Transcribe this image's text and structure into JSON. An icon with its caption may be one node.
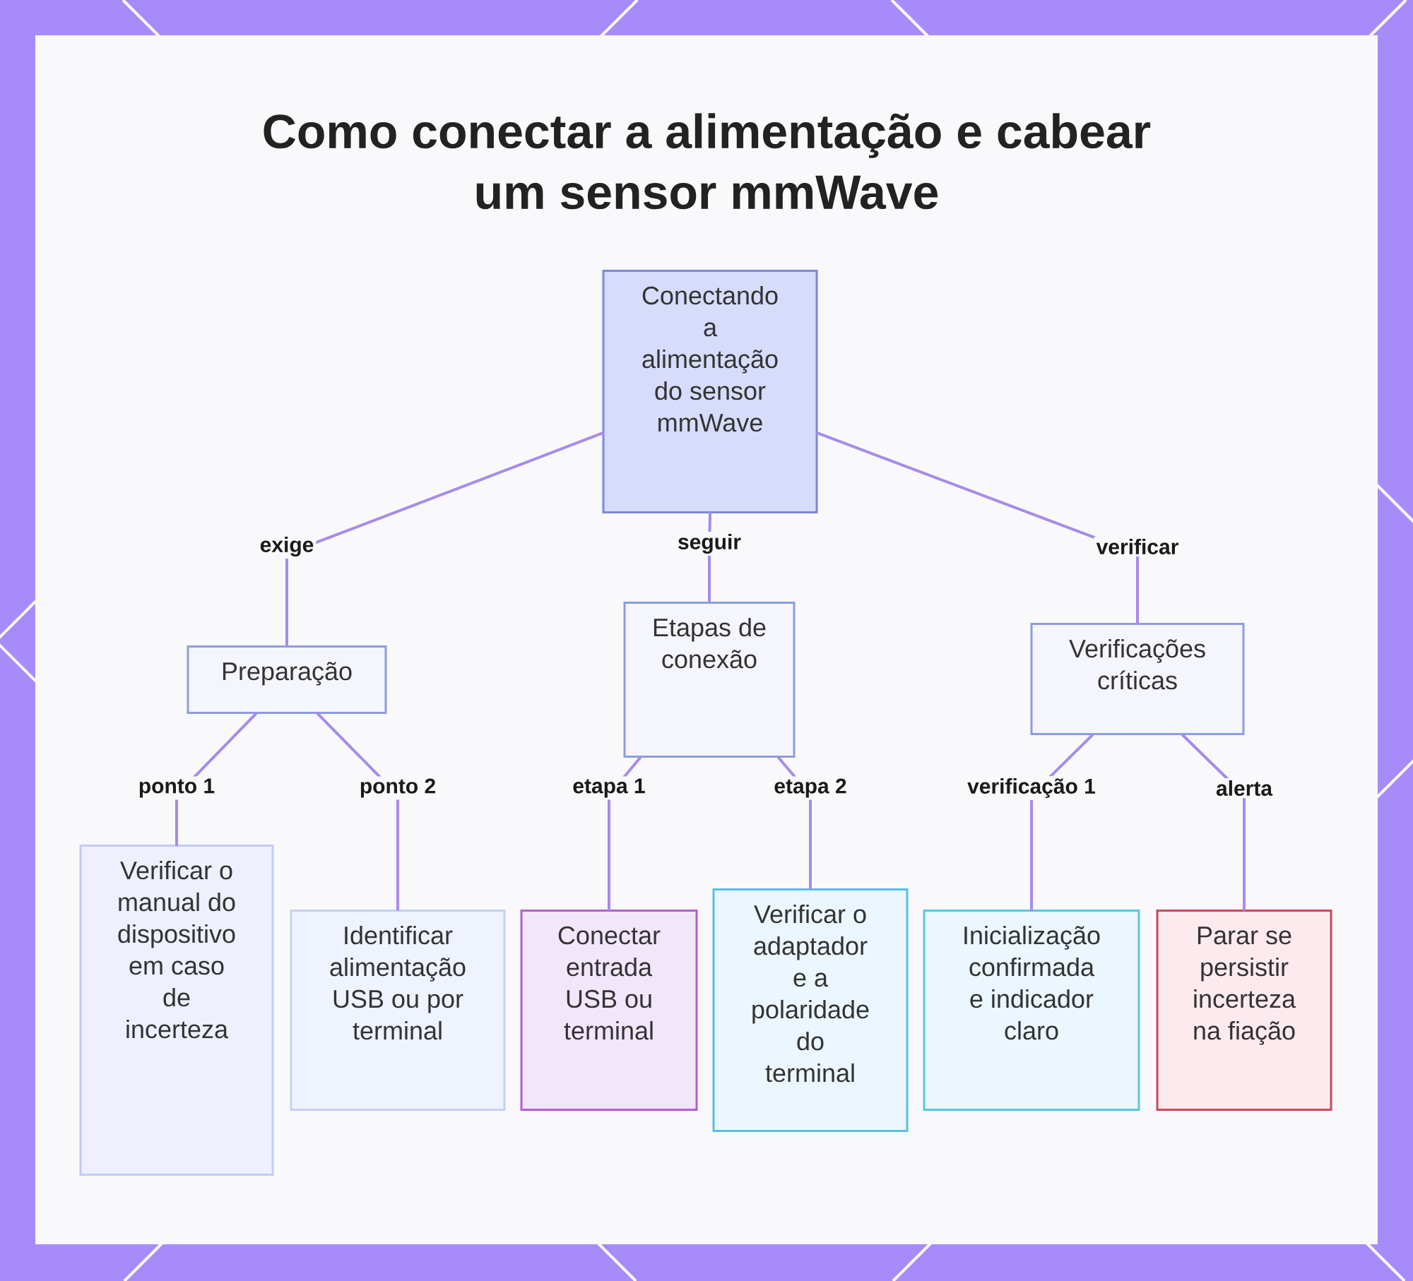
{
  "diagram": {
    "title": "Como conectar a alimentação e cabear um sensor mmWave",
    "nodes": [
      {
        "text": [
          "Conectando a alimentação do sensor mmWave"
        ]
      },
      {
        "text": [
          "Preparação"
        ]
      },
      {
        "text": [
          "Etapas de conexão"
        ]
      },
      {
        "text": [
          "Verificações críticas"
        ]
      },
      {
        "text": [
          "Verificar o manual do dispositivo em caso de incerteza"
        ]
      },
      {
        "text": [
          "Identificar alimentação USB ou por terminal"
        ]
      },
      {
        "text": [
          "Conectar entrada USB ou terminal"
        ]
      },
      {
        "text": [
          "Verificar o adaptador e a polaridade do terminal"
        ]
      },
      {
        "text": [
          "Inicialização confirmada e indicador claro"
        ]
      },
      {
        "text": [
          "Parar se persistir incerteza na fiação"
        ]
      }
    ],
    "edges": [
      {
        "from": 0,
        "to": 1,
        "arrow": "none",
        "label": "exige"
      },
      {
        "from": 0,
        "to": 2,
        "arrow": "none",
        "label": "seguir"
      },
      {
        "from": 0,
        "to": 3,
        "arrow": "none",
        "label": "verificar"
      },
      {
        "from": 1,
        "to": 4,
        "arrow": "none",
        "label": "ponto 1"
      },
      {
        "from": 1,
        "to": 5,
        "arrow": "none",
        "label": "ponto 2"
      },
      {
        "from": 2,
        "to": 6,
        "arrow": "none",
        "label": "etapa 1"
      },
      {
        "from": 2,
        "to": 7,
        "arrow": "none",
        "label": "etapa 2"
      },
      {
        "from": 3,
        "to": 8,
        "arrow": "none",
        "label": "verificação 1"
      },
      {
        "from": 3,
        "to": 9,
        "arrow": "none",
        "label": "alerta"
      }
    ]
  }
}
